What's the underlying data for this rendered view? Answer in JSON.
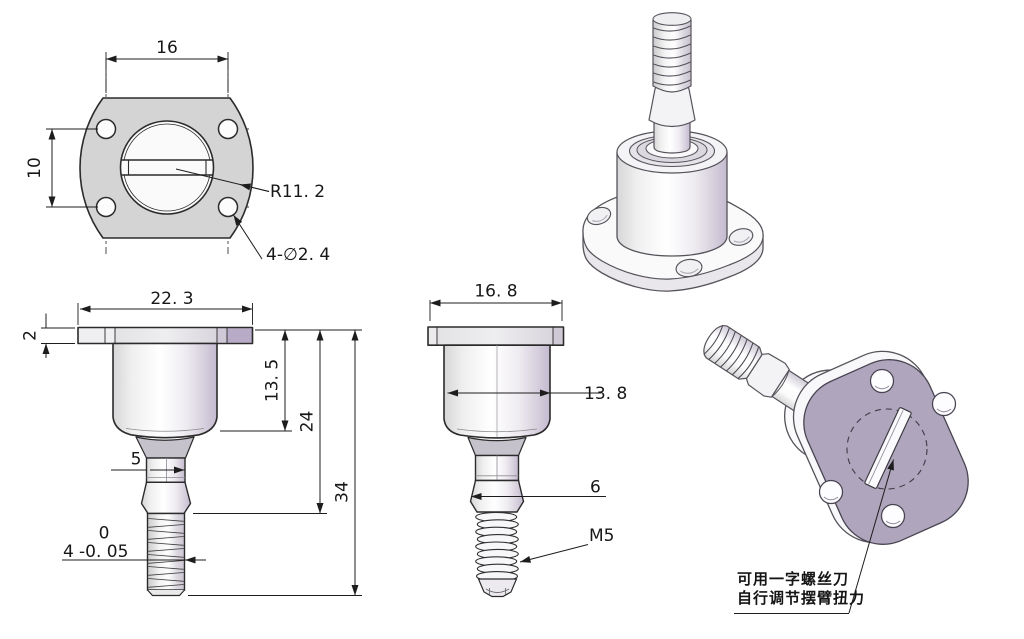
{
  "colors": {
    "line": "#1d1d1d",
    "outline": "#2b2b2b",
    "outline_3d": "#56535a",
    "flange_gray": "#d4d4d4",
    "lavender_face": "#afa5bc",
    "lavender_cap": "#b7abc8"
  },
  "top_view": {
    "dim_hole_span_h": "16",
    "dim_hole_span_v": "10",
    "dim_recess_radius": "R11. 2",
    "dim_holes": "4-∅2. 4"
  },
  "front_view": {
    "dim_flange_width": "22. 3",
    "dim_flange_thickness": "2",
    "dim_body_height": "13. 5",
    "dim_height_to_collet": "24",
    "dim_total_height": "34",
    "dim_neck_width": "5",
    "tol_upper": "0",
    "tol_nominal": "4",
    "tol_lower": "-0. 05"
  },
  "side_view": {
    "dim_flange_width": "16. 8",
    "dim_body_width": "13. 8",
    "dim_collet_width": "6",
    "dim_thread": "M5"
  },
  "annotation": {
    "line1": "可用一字螺丝刀",
    "line2": "自行调节摆臂扭力"
  }
}
